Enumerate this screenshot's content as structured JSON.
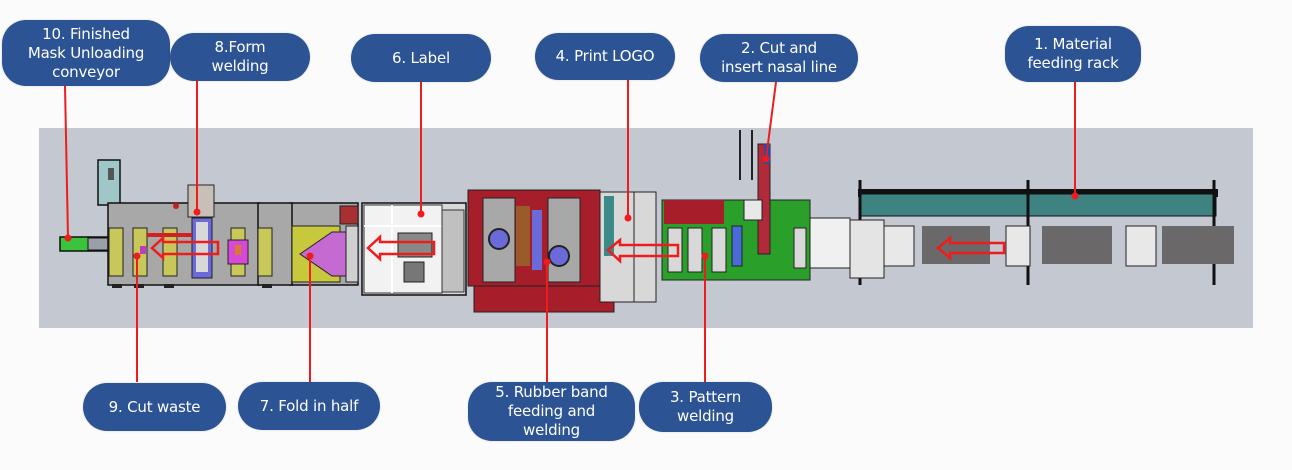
{
  "diagram": {
    "title": "Mask production line process flow",
    "flow_direction": "right-to-left",
    "colors": {
      "label_bg": "#2c5394",
      "label_text": "#ffffff",
      "leader_line": "#ee1c1c",
      "panel_bg": "#c4c8d1"
    },
    "steps": [
      {
        "number": 1,
        "label": "1. Material\nfeeding rack"
      },
      {
        "number": 2,
        "label": "2. Cut and\ninsert nasal line"
      },
      {
        "number": 3,
        "label": "3. Pattern\nwelding"
      },
      {
        "number": 4,
        "label": "4. Print LOGO"
      },
      {
        "number": 5,
        "label": "5. Rubber band\nfeeding and\nwelding"
      },
      {
        "number": 6,
        "label": "6. Label"
      },
      {
        "number": 7,
        "label": "7. Fold in half"
      },
      {
        "number": 8,
        "label": "8.Form\nwelding"
      },
      {
        "number": 9,
        "label": "9. Cut waste"
      },
      {
        "number": 10,
        "label": "10. Finished\nMask Unloading\nconveyor"
      }
    ]
  }
}
